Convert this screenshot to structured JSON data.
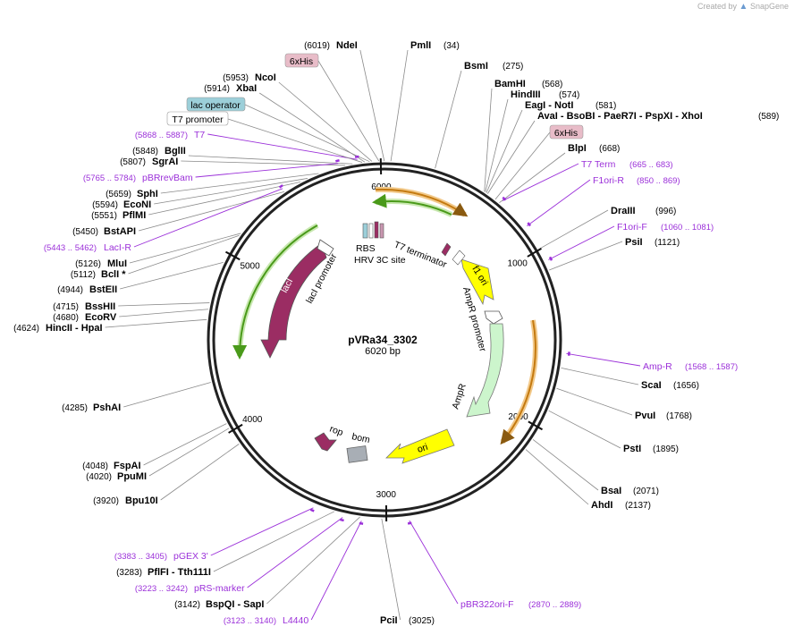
{
  "brand": {
    "created_by": "Created by",
    "logo": "SnapGene"
  },
  "plasmid": {
    "name": "pVRa34_3302",
    "length_label": "6020 bp",
    "length": 6020
  },
  "ticks": [
    {
      "pos": 6000,
      "label": "6000"
    },
    {
      "pos": 1000,
      "label": "1000"
    },
    {
      "pos": 2000,
      "label": "2000"
    },
    {
      "pos": 3000,
      "label": "3000"
    },
    {
      "pos": 4000,
      "label": "4000"
    },
    {
      "pos": 5000,
      "label": "5000"
    }
  ],
  "enzymes": [
    {
      "id": "ndei",
      "name": "NdeI",
      "pos": "(6019)",
      "site": 6019
    },
    {
      "id": "pmli",
      "name": "PmlI",
      "pos": "(34)",
      "site": 34
    },
    {
      "id": "bsmi",
      "name": "BsmI",
      "pos": "(275)",
      "site": 275
    },
    {
      "id": "bamhi",
      "name": "BamHI",
      "pos": "(568)",
      "site": 568
    },
    {
      "id": "hindiii",
      "name": "HindIII",
      "pos": "(574)",
      "site": 574
    },
    {
      "id": "eagi",
      "name": "EagI  -  NotI",
      "pos": "(581)",
      "site": 581
    },
    {
      "id": "avai",
      "name": "AvaI  -  BsoBI  -  PaeR7I  -  PspXI  -  XhoI",
      "pos": "(589)",
      "site": 589
    },
    {
      "id": "blpi",
      "name": "BlpI",
      "pos": "(668)",
      "site": 668
    },
    {
      "id": "draiii",
      "name": "DraIII",
      "pos": "(996)",
      "site": 996
    },
    {
      "id": "psii",
      "name": "PsiI",
      "pos": "(1121)",
      "site": 1121
    },
    {
      "id": "scai",
      "name": "ScaI",
      "pos": "(1656)",
      "site": 1656
    },
    {
      "id": "pvui",
      "name": "PvuI",
      "pos": "(1768)",
      "site": 1768
    },
    {
      "id": "psti",
      "name": "PstI",
      "pos": "(1895)",
      "site": 1895
    },
    {
      "id": "bsai",
      "name": "BsaI",
      "pos": "(2071)",
      "site": 2071
    },
    {
      "id": "ahdi",
      "name": "AhdI",
      "pos": "(2137)",
      "site": 2137
    },
    {
      "id": "pcii",
      "name": "PciI",
      "pos": "(3025)",
      "site": 3025
    },
    {
      "id": "bspqi",
      "name": "BspQI  -  SapI",
      "pos": "(3142)",
      "site": 3142
    },
    {
      "id": "pflfi",
      "name": "PflFI  -  Tth111I",
      "pos": "(3283)",
      "site": 3283
    },
    {
      "id": "bpu10i",
      "name": "Bpu10I",
      "pos": "(3920)",
      "site": 3920
    },
    {
      "id": "ppumi",
      "name": "PpuMI",
      "pos": "(4020)",
      "site": 4020
    },
    {
      "id": "fspai",
      "name": "FspAI",
      "pos": "(4048)",
      "site": 4048
    },
    {
      "id": "pshai",
      "name": "PshAI",
      "pos": "(4285)",
      "site": 4285
    },
    {
      "id": "hincii",
      "name": "HincII  -  HpaI",
      "pos": "(4624)",
      "site": 4624
    },
    {
      "id": "ecorv",
      "name": "EcoRV",
      "pos": "(4680)",
      "site": 4680
    },
    {
      "id": "bsshii",
      "name": "BssHII",
      "pos": "(4715)",
      "site": 4715
    },
    {
      "id": "bsteii",
      "name": "BstEII",
      "pos": "(4944)",
      "site": 4944
    },
    {
      "id": "bcli",
      "name": "BclI *",
      "pos": "(5112)",
      "site": 5112
    },
    {
      "id": "mlui",
      "name": "MluI",
      "pos": "(5126)",
      "site": 5126
    },
    {
      "id": "bstapi",
      "name": "BstAPI",
      "pos": "(5450)",
      "site": 5450
    },
    {
      "id": "pflmi",
      "name": "PflMI",
      "pos": "(5551)",
      "site": 5551
    },
    {
      "id": "econi",
      "name": "EcoNI",
      "pos": "(5594)",
      "site": 5594
    },
    {
      "id": "sphi",
      "name": "SphI",
      "pos": "(5659)",
      "site": 5659
    },
    {
      "id": "sgrai",
      "name": "SgrAI",
      "pos": "(5807)",
      "site": 5807
    },
    {
      "id": "bglii",
      "name": "BglII",
      "pos": "(5848)",
      "site": 5848
    },
    {
      "id": "xbai",
      "name": "XbaI",
      "pos": "(5914)",
      "site": 5914
    },
    {
      "id": "ncoi",
      "name": "NcoI",
      "pos": "(5953)",
      "site": 5953
    }
  ],
  "primers": [
    {
      "id": "t7",
      "name": "T7",
      "range": "(5868 .. 5887)",
      "site": 5877
    },
    {
      "id": "pbrrevbam",
      "name": "pBRrevBam",
      "range": "(5765 .. 5784)",
      "site": 5774
    },
    {
      "id": "laci-r",
      "name": "LacI-R",
      "range": "(5443 .. 5462)",
      "site": 5452
    },
    {
      "id": "t7-term",
      "name": "T7 Term",
      "range": "(665 .. 683)",
      "site": 674
    },
    {
      "id": "f1ori-r",
      "name": "F1ori-R",
      "range": "(850 .. 869)",
      "site": 859
    },
    {
      "id": "f1ori-f",
      "name": "F1ori-F",
      "range": "(1060 .. 1081)",
      "site": 1070
    },
    {
      "id": "amp-r",
      "name": "Amp-R",
      "range": "(1568 .. 1587)",
      "site": 1577
    },
    {
      "id": "pbr322ori-f",
      "name": "pBR322ori-F",
      "range": "(2870 .. 2889)",
      "site": 2879
    },
    {
      "id": "l4440",
      "name": "L4440",
      "range": "(3123 .. 3140)",
      "site": 3131
    },
    {
      "id": "prs-marker",
      "name": "pRS-marker",
      "range": "(3223 .. 3242)",
      "site": 3232
    },
    {
      "id": "pgex3",
      "name": "pGEX 3'",
      "range": "(3383 .. 3405)",
      "site": 3394
    }
  ],
  "feature_tags": [
    {
      "id": "6xhis-top",
      "label": "6xHis",
      "color": "#e8bcc8"
    },
    {
      "id": "lac-operator",
      "label": "lac operator",
      "color": "#9ccfd9"
    },
    {
      "id": "t7-promoter",
      "label": "T7 promoter",
      "color": "#ffffff"
    },
    {
      "id": "6xhis-right",
      "label": "6xHis",
      "color": "#e8bcc8"
    }
  ],
  "features": [
    {
      "id": "laci",
      "label": "lacI",
      "color": "#9b2d63"
    },
    {
      "id": "laci-promoter",
      "label": "lacI promoter"
    },
    {
      "id": "f1-ori",
      "label": "f1 ori",
      "color": "#ffff00"
    },
    {
      "id": "ampr-promoter",
      "label": "AmpR promoter"
    },
    {
      "id": "ampr",
      "label": "AmpR",
      "color": "#ccf5cc"
    },
    {
      "id": "ori",
      "label": "ori",
      "color": "#ffff00"
    },
    {
      "id": "rop",
      "label": "rop",
      "color": "#9b2d63"
    },
    {
      "id": "bom",
      "label": "bom",
      "color": "#a8aeb5"
    },
    {
      "id": "rbs",
      "label": "RBS"
    },
    {
      "id": "hrv3c",
      "label": "HRV 3C site"
    },
    {
      "id": "t7-terminator",
      "label": "T7 terminator"
    }
  ],
  "colors": {
    "primer": "#9b30d9",
    "orf_green": "#4a9a1a",
    "orf_orange": "#c47a10",
    "backbone": "#222222"
  }
}
